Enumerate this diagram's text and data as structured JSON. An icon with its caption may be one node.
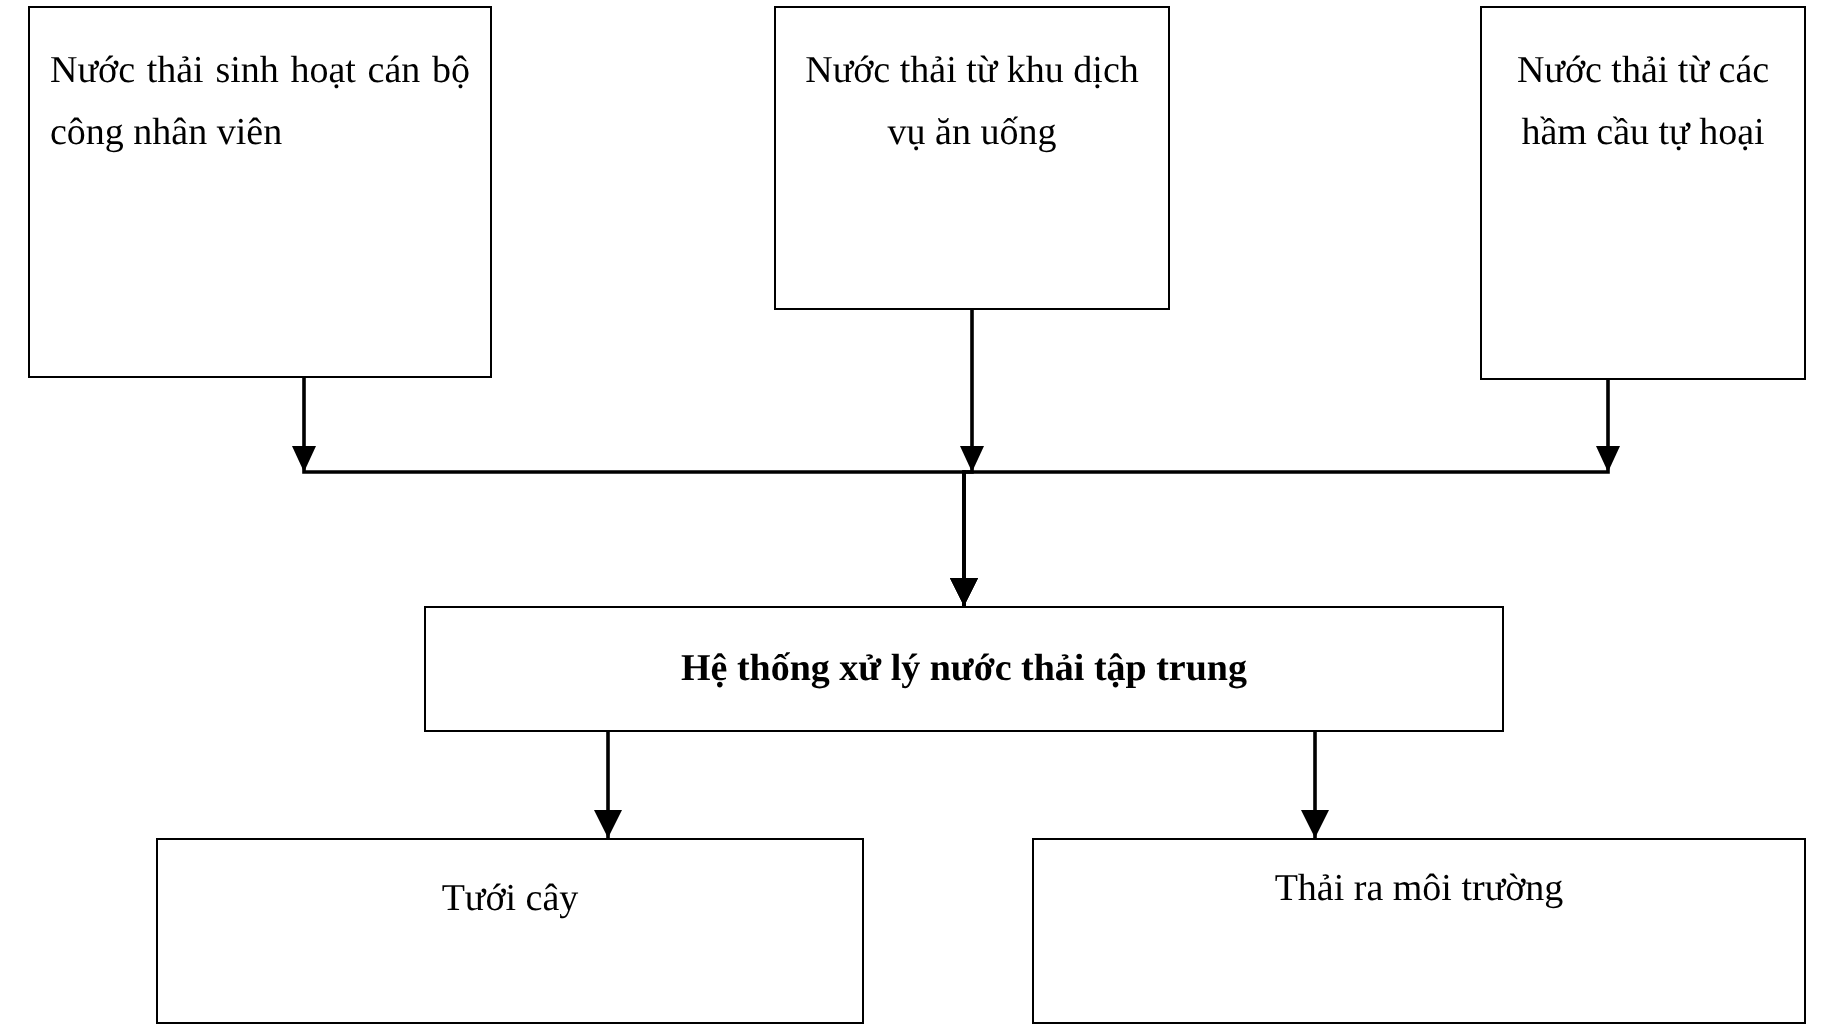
{
  "diagram": {
    "nodes": [
      {
        "text": [
          "Nước thải sinh hoạt cán bộ công nhân viên"
        ]
      },
      {
        "text": [
          "Nước thải từ khu dịch vụ ăn uống"
        ]
      },
      {
        "text": [
          "Nước thải từ các hầm cầu tự hoại"
        ]
      },
      {
        "text": [
          "Hệ thống xử lý nước thải tập trung"
        ]
      },
      {
        "text": [
          "Tưới cây"
        ]
      },
      {
        "text": [
          "Thải ra môi trường"
        ]
      }
    ],
    "edges": [
      {
        "from": 0,
        "to": 3,
        "arrow": "to"
      },
      {
        "from": 1,
        "to": 3,
        "arrow": "to"
      },
      {
        "from": 2,
        "to": 3,
        "arrow": "to"
      },
      {
        "from": 3,
        "to": 4,
        "arrow": "to"
      },
      {
        "from": 3,
        "to": 5,
        "arrow": "to"
      }
    ]
  }
}
